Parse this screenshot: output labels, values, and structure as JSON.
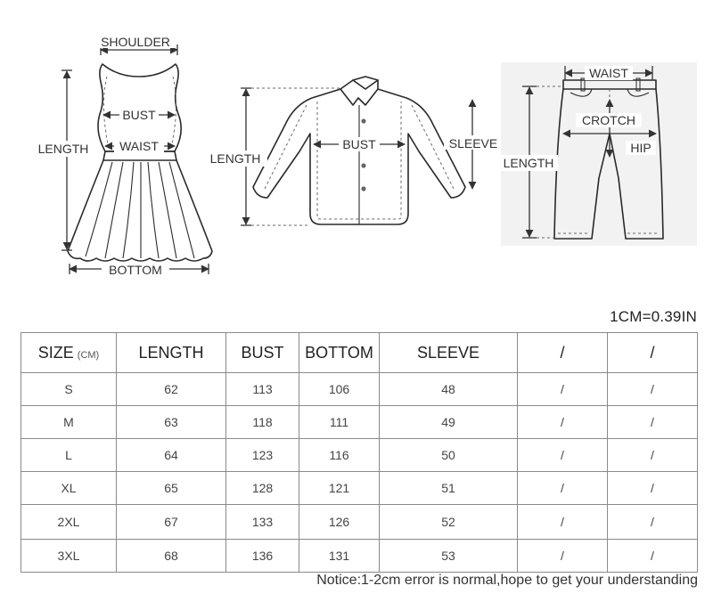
{
  "diagrams": {
    "dress": {
      "shoulder": "SHOULDER",
      "bust": "BUST",
      "waist": "WAIST",
      "length": "LENGTH",
      "bottom": "BOTTOM"
    },
    "shirt": {
      "length": "LENGTH",
      "bust": "BUST",
      "sleeve": "SLEEVE"
    },
    "pants": {
      "waist": "WAIST",
      "crotch": "CROTCH",
      "hip": "HIP",
      "length": "LENGTH"
    }
  },
  "conversion": "1CM=0.39IN",
  "table": {
    "headers": [
      "SIZE",
      "LENGTH",
      "BUST",
      "BOTTOM",
      "SLEEVE",
      "/",
      "/"
    ],
    "size_unit": "(CM)",
    "rows": [
      [
        "S",
        "62",
        "113",
        "106",
        "48",
        "/",
        "/"
      ],
      [
        "M",
        "63",
        "118",
        "111",
        "49",
        "/",
        "/"
      ],
      [
        "L",
        "64",
        "123",
        "116",
        "50",
        "/",
        "/"
      ],
      [
        "XL",
        "65",
        "128",
        "121",
        "51",
        "/",
        "/"
      ],
      [
        "2XL",
        "67",
        "133",
        "126",
        "52",
        "/",
        "/"
      ],
      [
        "3XL",
        "68",
        "136",
        "131",
        "53",
        "/",
        "/"
      ]
    ]
  },
  "notice": "Notice:1-2cm error is normal,hope to get your understanding"
}
